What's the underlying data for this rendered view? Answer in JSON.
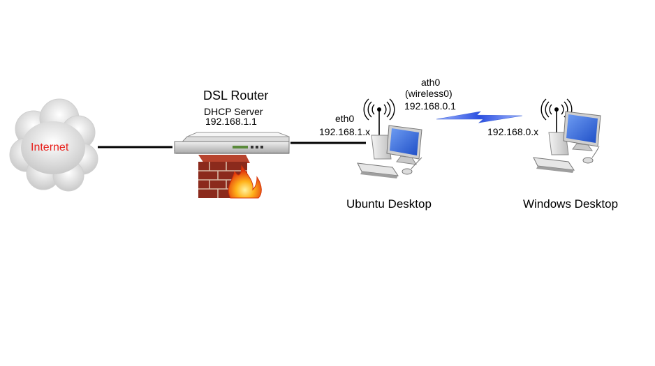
{
  "internet": {
    "label": "Internet",
    "label_color": "#e8201c"
  },
  "router": {
    "title": "DSL Router",
    "role": "DHCP Server",
    "ip": "192.168.1.1"
  },
  "ubuntu": {
    "name": "Ubuntu Desktop",
    "wired_iface": "eth0",
    "wired_ip": "192.168.1.x",
    "wireless_iface": "ath0",
    "wireless_alias": "(wireless0)",
    "wireless_ip": "192.168.0.1"
  },
  "windows": {
    "name": "Windows Desktop",
    "ip": "192.168.0.x"
  },
  "colors": {
    "wire": "#000000",
    "wireless_link": "#3a5fd6",
    "monitor_screen": "#3f72e0",
    "firewall_brick": "#8b2a1c",
    "flame": "#f07a10"
  }
}
